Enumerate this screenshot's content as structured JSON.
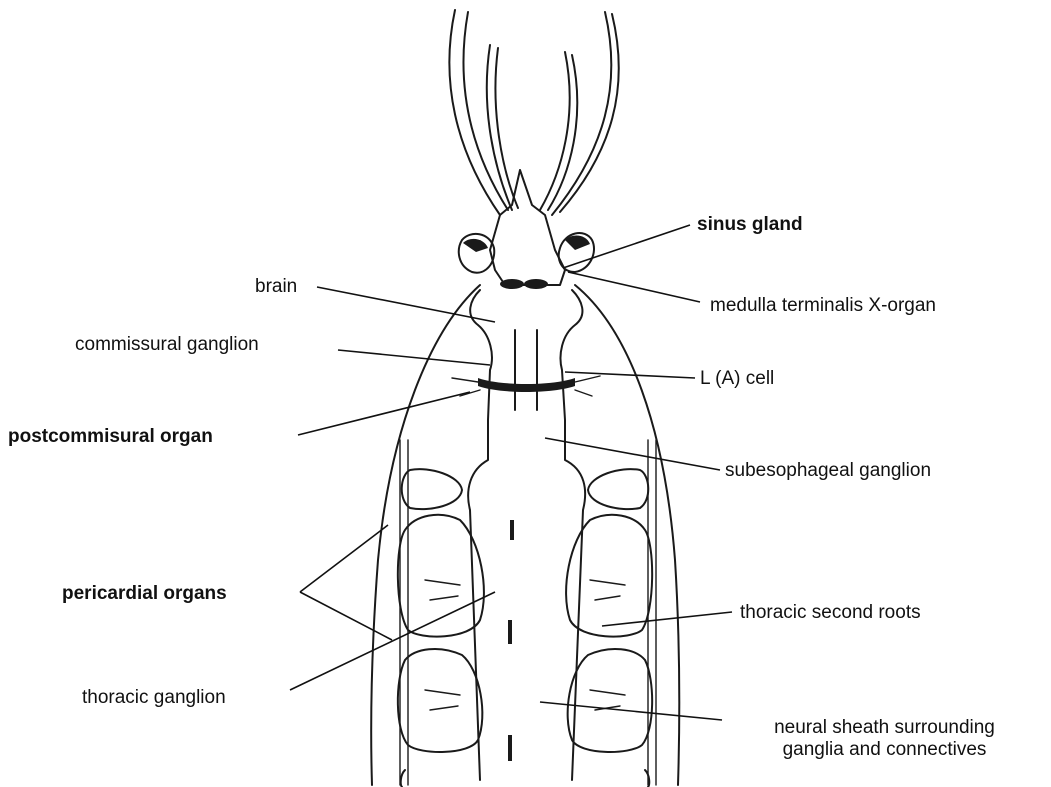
{
  "labels": {
    "sinus_gland": "sinus gland",
    "medulla": "medulla terminalis X-organ",
    "brain": "brain",
    "commissural_ganglion": "commissural ganglion",
    "la_cell": "L (A) cell",
    "postcommisural_organ": "postcommisural organ",
    "subesophageal_ganglion": "subesophageal ganglion",
    "pericardial_organs": "pericardial organs",
    "thoracic_second_roots": "thoracic second roots",
    "thoracic_ganglion": "thoracic ganglion",
    "neural_sheath_line1": "neural sheath surrounding",
    "neural_sheath_line2": "ganglia and connectives"
  },
  "colors": {
    "ink": "#1a1a1a",
    "paper": "#ffffff"
  }
}
